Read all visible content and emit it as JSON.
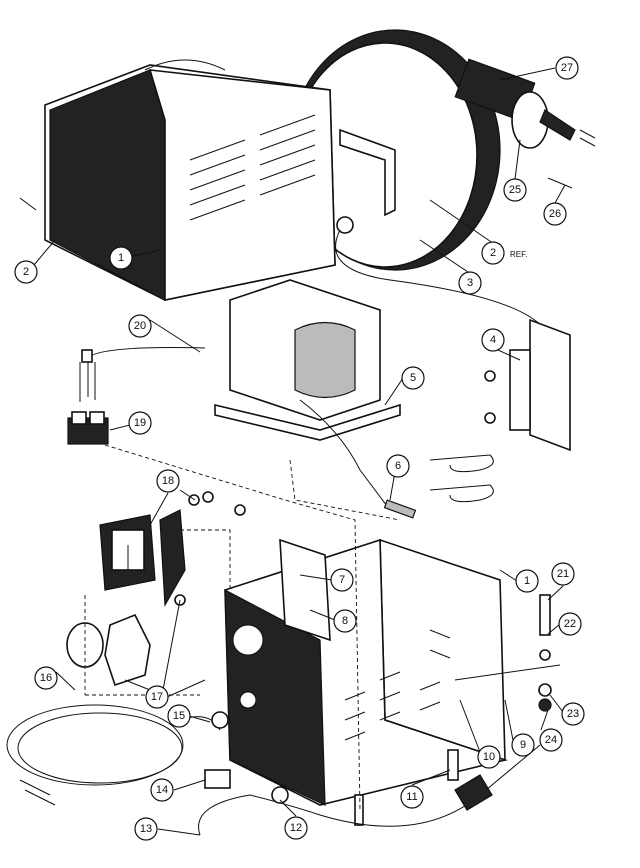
{
  "diagram": {
    "type": "exploded parts diagram",
    "callouts": [
      "1",
      "2",
      "2",
      "3",
      "27",
      "25",
      "26",
      "20",
      "4",
      "5",
      "19",
      "6",
      "18",
      "7",
      "8",
      "1",
      "21",
      "22",
      "23",
      "24",
      "9",
      "10",
      "11",
      "16",
      "17",
      "15",
      "14",
      "12",
      "13"
    ],
    "ref_label": "REF."
  }
}
